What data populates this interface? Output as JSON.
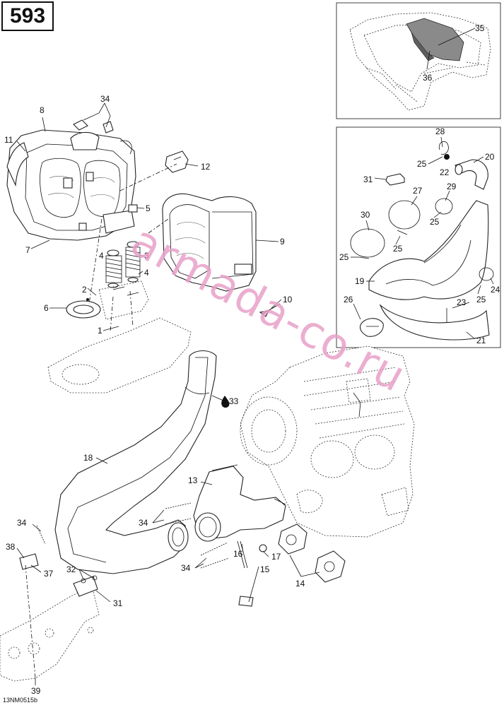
{
  "page_number": "593",
  "document_code": "13NM0515b",
  "watermark": "armada-co.ru",
  "callouts": [
    {
      "id": "c35",
      "label": "35"
    },
    {
      "id": "c36",
      "label": "36"
    },
    {
      "id": "c34a",
      "label": "34"
    },
    {
      "id": "c8",
      "label": "8"
    },
    {
      "id": "c11",
      "label": "11"
    },
    {
      "id": "c12",
      "label": "12"
    },
    {
      "id": "c5",
      "label": "5"
    },
    {
      "id": "c7",
      "label": "7"
    },
    {
      "id": "c9",
      "label": "9"
    },
    {
      "id": "c4a",
      "label": "4"
    },
    {
      "id": "c3",
      "label": "3"
    },
    {
      "id": "c4b",
      "label": "4"
    },
    {
      "id": "c2",
      "label": "2"
    },
    {
      "id": "c6",
      "label": "6"
    },
    {
      "id": "c10",
      "label": "10"
    },
    {
      "id": "c1",
      "label": "1"
    },
    {
      "id": "c28",
      "label": "28"
    },
    {
      "id": "c25a",
      "label": "25"
    },
    {
      "id": "c20",
      "label": "20"
    },
    {
      "id": "c22",
      "label": "22"
    },
    {
      "id": "c31a",
      "label": "31"
    },
    {
      "id": "c27",
      "label": "27"
    },
    {
      "id": "c29",
      "label": "29"
    },
    {
      "id": "c30",
      "label": "30"
    },
    {
      "id": "c25b",
      "label": "25"
    },
    {
      "id": "c25c",
      "label": "25"
    },
    {
      "id": "c25d",
      "label": "25"
    },
    {
      "id": "c19",
      "label": "19"
    },
    {
      "id": "c24",
      "label": "24"
    },
    {
      "id": "c25e",
      "label": "25"
    },
    {
      "id": "c23",
      "label": "23"
    },
    {
      "id": "c26",
      "label": "26"
    },
    {
      "id": "c21",
      "label": "21"
    },
    {
      "id": "c33",
      "label": "33"
    },
    {
      "id": "c18",
      "label": "18"
    },
    {
      "id": "c13",
      "label": "13"
    },
    {
      "id": "c34b",
      "label": "34"
    },
    {
      "id": "c34c",
      "label": "34"
    },
    {
      "id": "c34d",
      "label": "34"
    },
    {
      "id": "c38",
      "label": "38"
    },
    {
      "id": "c37",
      "label": "37"
    },
    {
      "id": "c16",
      "label": "16"
    },
    {
      "id": "c17",
      "label": "17"
    },
    {
      "id": "c15",
      "label": "15"
    },
    {
      "id": "c14",
      "label": "14"
    },
    {
      "id": "c32",
      "label": "32"
    },
    {
      "id": "c31b",
      "label": "31"
    },
    {
      "id": "c39",
      "label": "39"
    }
  ]
}
